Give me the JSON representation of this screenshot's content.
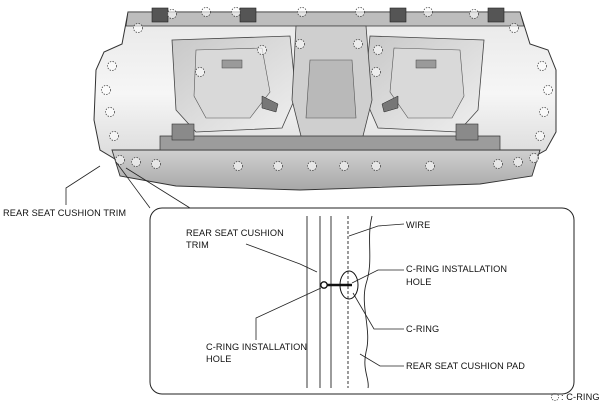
{
  "diagram": {
    "labels": {
      "rear_seat_cushion_trim": "REAR SEAT CUSHION TRIM",
      "detail_trim_line1": "REAR SEAT CUSHION",
      "detail_trim_line2": "TRIM",
      "wire": "WIRE",
      "cring_hole_right_line1": "C-RING INSTALLATION",
      "cring_hole_right_line2": "HOLE",
      "cring": "C-RING",
      "cring_hole_left_line1": "C-RING INSTALLATION",
      "cring_hole_left_line2": "HOLE",
      "rear_seat_cushion_pad": "REAR SEAT CUSHION PAD"
    },
    "legend": {
      "symbol": "dashed-circle",
      "text": ": C-RING"
    },
    "colors": {
      "line": "#222222",
      "shade_light": "#f2f2f2",
      "shade_mid": "#dcdcdc",
      "shade_dark": "#b8b8b8",
      "shade_darker": "#8e8e8e"
    }
  }
}
